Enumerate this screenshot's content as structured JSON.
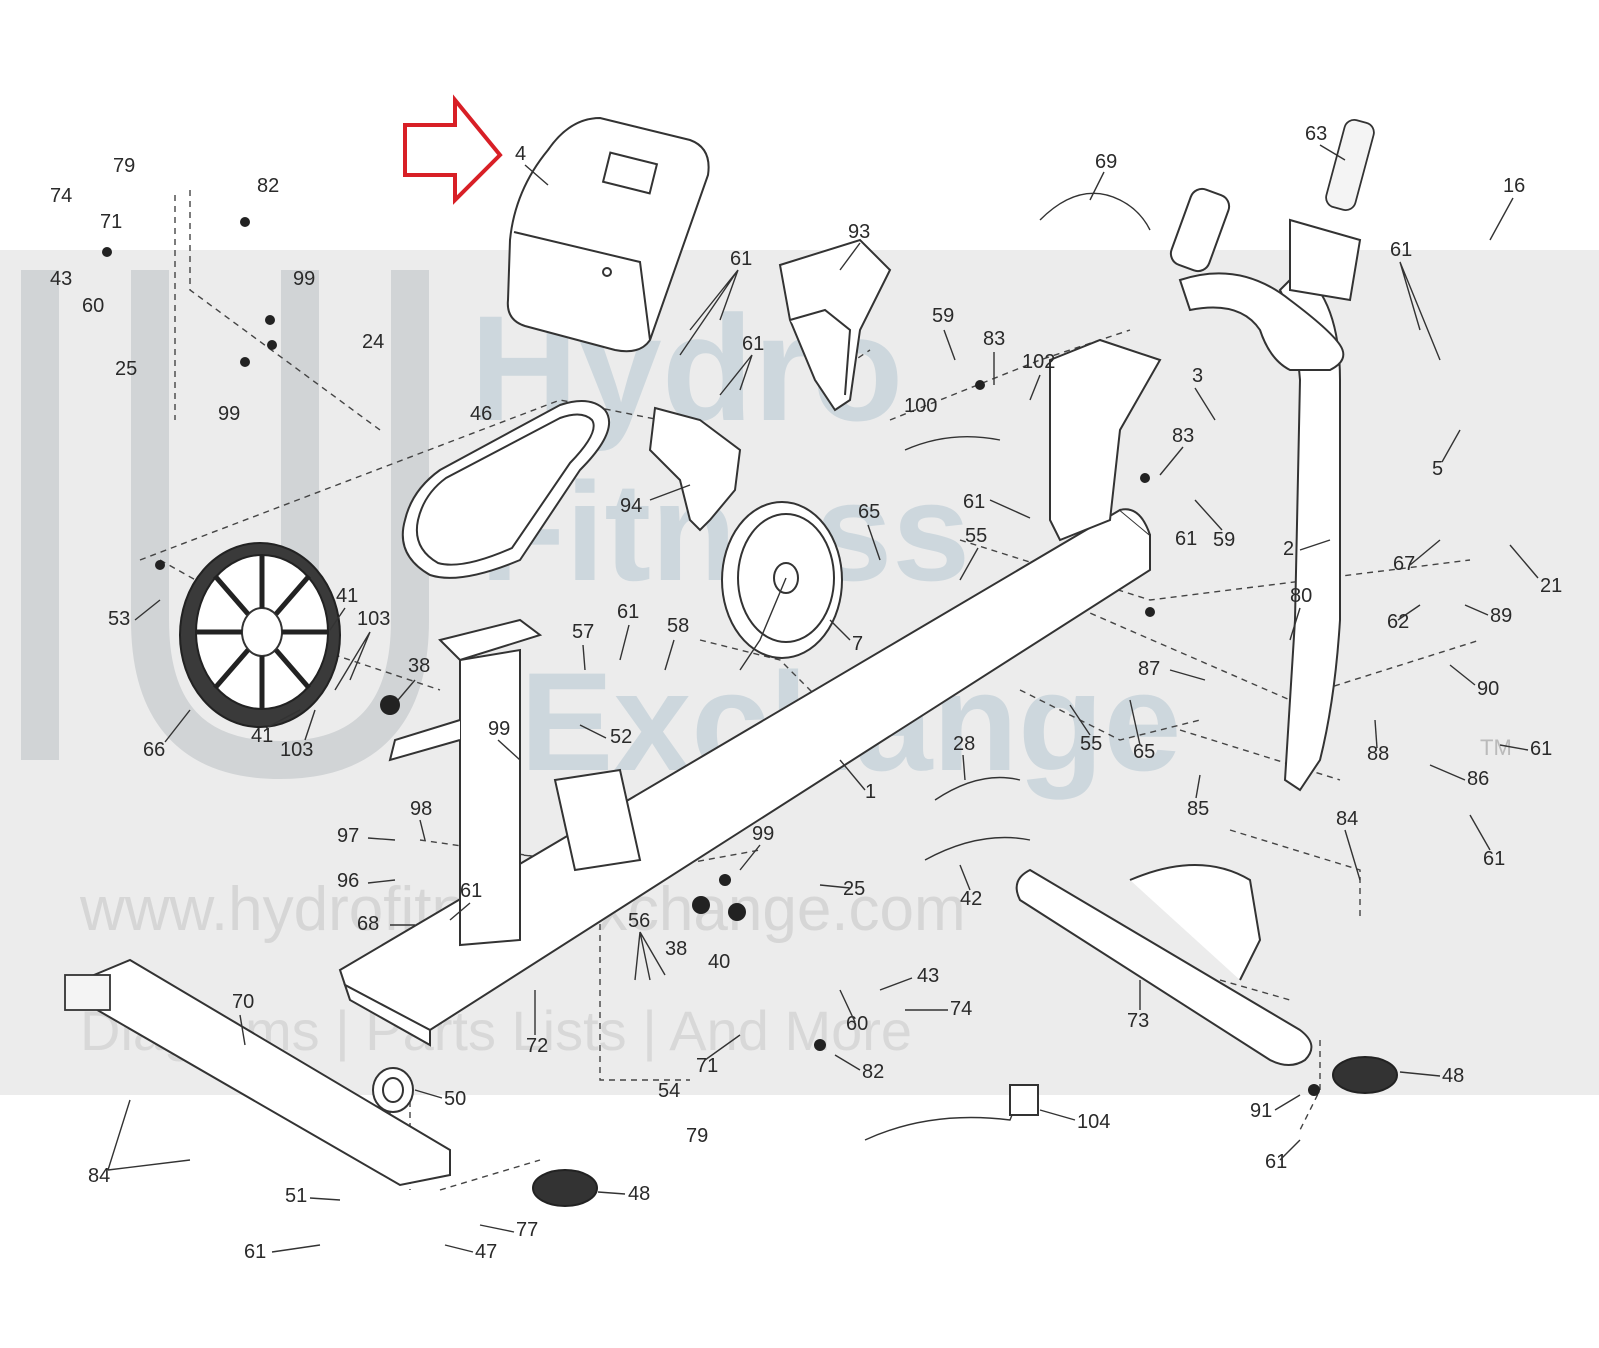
{
  "diagram": {
    "watermark": {
      "line1": "Hydro",
      "line2": "Fitness",
      "line3": "Exchange",
      "tm": "TM",
      "url": "www.hydrofitnessexchange.com",
      "tagline": "Diagrams | Parts Lists | And More"
    },
    "highlight_color": "#d81f26",
    "band_color": "#e6e6e6",
    "labels": {
      "l4": "4",
      "l79a": "79",
      "l82a": "82",
      "l74a": "74",
      "l71a": "71",
      "l43a": "43",
      "l60a": "60",
      "l99a": "99",
      "l24": "24",
      "l25a": "25",
      "l99b": "99",
      "l46": "46",
      "l61a": "61",
      "l61b": "61",
      "l93": "93",
      "l94": "94",
      "l69": "69",
      "l63": "63",
      "l16": "16",
      "l61c": "61",
      "l59a": "59",
      "l83a": "83",
      "l102": "102",
      "l100": "100",
      "l3": "3",
      "l5": "5",
      "l83b": "83",
      "l59b": "59",
      "l61d": "61",
      "l65a": "65",
      "l55a": "55",
      "l61e": "61",
      "l2": "2",
      "l67": "67",
      "l21": "21",
      "l53": "53",
      "l41a": "41",
      "l103a": "103",
      "l38a": "38",
      "l66": "66",
      "l41b": "41",
      "l103b": "103",
      "l57": "57",
      "l61f": "61",
      "l58": "58",
      "l7": "7",
      "l80": "80",
      "l62": "62",
      "l89": "89",
      "l90": "90",
      "l87": "87",
      "l99c": "99",
      "l52": "52",
      "l55b": "55",
      "l65b": "65",
      "l28": "28",
      "l88": "88",
      "l61g": "61",
      "l86": "86",
      "l1": "1",
      "l85": "85",
      "l98": "98",
      "l97": "97",
      "l99d": "99",
      "l96": "96",
      "l25b": "25",
      "l61h": "61",
      "l84a": "84",
      "l61i": "61",
      "l42": "42",
      "l68": "68",
      "l56": "56",
      "l38b": "38",
      "l40": "40",
      "l43b": "43",
      "l74b": "74",
      "l70": "70",
      "l73": "73",
      "l60b": "60",
      "l72": "72",
      "l82b": "82",
      "l71b": "71",
      "l50": "50",
      "l54": "54",
      "l79b": "79",
      "l104": "104",
      "l48a": "48",
      "l91": "91",
      "l84b": "84",
      "l51": "51",
      "l48b": "48",
      "l77": "77",
      "l61j": "61",
      "l47": "47",
      "l61k": "61"
    }
  }
}
